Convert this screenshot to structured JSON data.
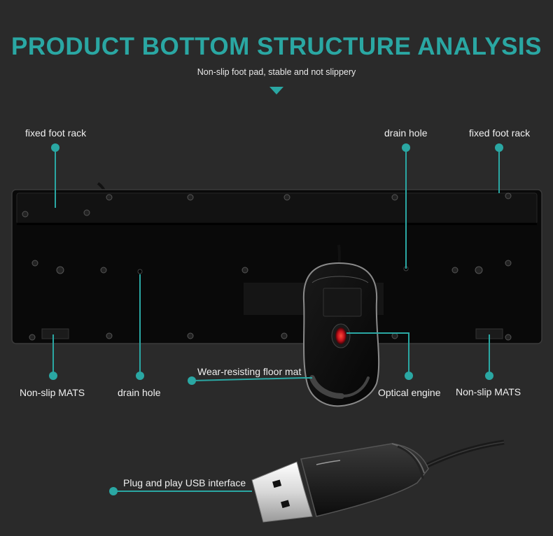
{
  "heading": {
    "title": "PRODUCT BOTTOM STRUCTURE ANALYSIS",
    "subtitle": "Non-slip foot pad, stable and not slippery"
  },
  "callouts": {
    "fixed_foot_rack_left": "fixed foot rack",
    "drain_hole_right": "drain hole",
    "fixed_foot_rack_right": "fixed foot rack",
    "non_slip_mats_left": "Non-slip MATS",
    "drain_hole_left": "drain hole",
    "wear_resisting_floor_mat": "Wear-resisting floor mat",
    "optical_engine": "Optical engine",
    "non_slip_mats_right": "Non-slip MATS",
    "usb_interface": "Plug and play USB interface"
  },
  "colors": {
    "accent": "#2aa7a3",
    "background": "#2a2a2a"
  }
}
